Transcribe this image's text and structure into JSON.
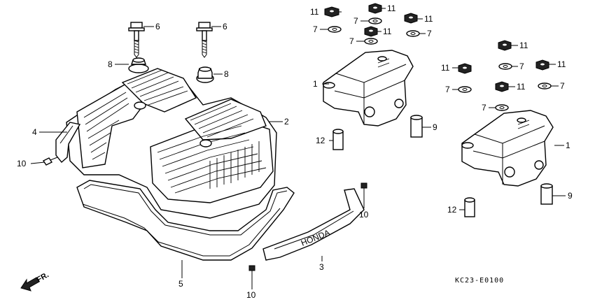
{
  "diagram": {
    "labels": [
      {
        "id": "l6a",
        "text": "6"
      },
      {
        "id": "l6b",
        "text": "6"
      },
      {
        "id": "l8a",
        "text": "8"
      },
      {
        "id": "l8b",
        "text": "8"
      },
      {
        "id": "l2",
        "text": "2"
      },
      {
        "id": "l4",
        "text": "4"
      },
      {
        "id": "l10a",
        "text": "10"
      },
      {
        "id": "l10b",
        "text": "10"
      },
      {
        "id": "l10c",
        "text": "10"
      },
      {
        "id": "l5",
        "text": "5"
      },
      {
        "id": "l3",
        "text": "3"
      },
      {
        "id": "l1a",
        "text": "1"
      },
      {
        "id": "l1b",
        "text": "1"
      },
      {
        "id": "l12a",
        "text": "12"
      },
      {
        "id": "l12b",
        "text": "12"
      },
      {
        "id": "l9a",
        "text": "9"
      },
      {
        "id": "l9b",
        "text": "9"
      },
      {
        "id": "l11a",
        "text": "11"
      },
      {
        "id": "l11b",
        "text": "11"
      },
      {
        "id": "l11c",
        "text": "11"
      },
      {
        "id": "l11d",
        "text": "11"
      },
      {
        "id": "l11e",
        "text": "11"
      },
      {
        "id": "l11f",
        "text": "11"
      },
      {
        "id": "l11g",
        "text": "11"
      },
      {
        "id": "l11h",
        "text": "11"
      },
      {
        "id": "l7a",
        "text": "7"
      },
      {
        "id": "l7b",
        "text": "7"
      },
      {
        "id": "l7c",
        "text": "7"
      },
      {
        "id": "l7d",
        "text": "7"
      },
      {
        "id": "l7e",
        "text": "7"
      },
      {
        "id": "l7f",
        "text": "7"
      },
      {
        "id": "l7g",
        "text": "7"
      },
      {
        "id": "l7h",
        "text": "7"
      }
    ],
    "direction_label": "FR.",
    "figure_code": "KC23-E0100",
    "brand_mark": "HONDA"
  }
}
